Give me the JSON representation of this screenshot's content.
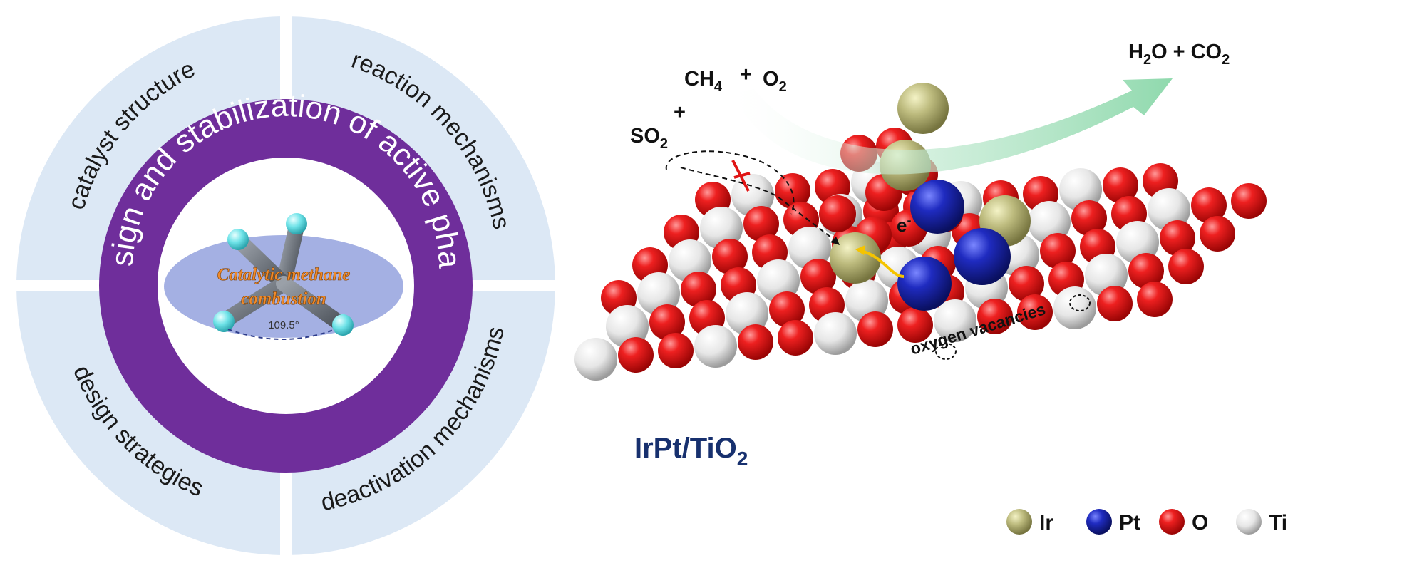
{
  "circle": {
    "quadrants": {
      "top_left": "catalyst structure",
      "top_right": "reaction mechanisms",
      "bottom_left": "design strategies",
      "bottom_right": "deactivation mechanisms"
    },
    "middle_ring": "design and stabilization of active phase",
    "center": {
      "line1": "Catalytic methane",
      "line2": "combustion",
      "angle": "109.5°"
    }
  },
  "reaction": {
    "ch4": {
      "base": "CH",
      "sub": "4"
    },
    "plus1": "+",
    "o2": {
      "base": "O",
      "sub": "2"
    },
    "plus2": "+",
    "so2": {
      "base": "SO",
      "sub": "2"
    },
    "products": {
      "h2o_pre": "H",
      "h2o_sub": "2",
      "h2o_post": "O",
      "plus": "+",
      "co2_pre": "CO",
      "co2_sub": "2"
    },
    "electron": {
      "base": "e",
      "sup": "-"
    },
    "vacancy_label": "oxygen vacancies"
  },
  "catalyst": {
    "base": "IrPt/TiO",
    "sub": "2"
  },
  "legend": [
    {
      "label": "Ir",
      "color": "#b8b67a"
    },
    {
      "label": "Pt",
      "color": "#1f2bb0"
    },
    {
      "label": "O",
      "color": "#e01515"
    },
    {
      "label": "Ti",
      "color": "#e8e8e8"
    }
  ],
  "colors": {
    "quadrant": "#dce8f5",
    "ring": "#6f2e9b",
    "center_ellipse": "#9aa7e0",
    "center_text": "#f08a2a",
    "arrow": "#9edcb6",
    "catalyst_text": "#17306e",
    "electron": "#f5c400"
  }
}
